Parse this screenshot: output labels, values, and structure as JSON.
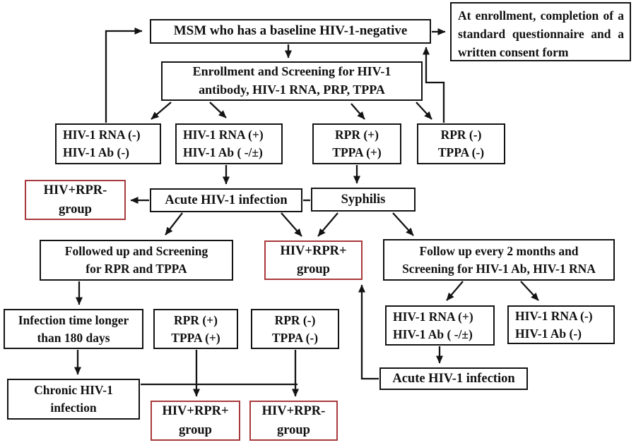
{
  "colors": {
    "background": "#ffffff",
    "line": "#131313",
    "box_border": "#131313",
    "red_box_border": "#a8393c",
    "text": "#111111"
  },
  "nodes": {
    "msm": {
      "label": "MSM who has a baseline HIV-1-negative"
    },
    "note": {
      "label": "At enrollment, completion of a standard questionnaire and a written consent form"
    },
    "screen": {
      "label": "Enrollment and Screening for HIV-1\nantibody, HIV-1 RNA, PRP, TPPA"
    },
    "rna_neg_1": {
      "label": "HIV-1 RNA (-)\nHIV-1 Ab (-)"
    },
    "rna_pos_1": {
      "label": "HIV-1 RNA (+)\nHIV-1 Ab ( -/±)"
    },
    "rpr_pos_1": {
      "label": "RPR (+)\nTPPA (+)"
    },
    "rpr_neg_1": {
      "label": "RPR (-)\nTPPA (-)"
    },
    "grp_neg_top": {
      "label": "HIV+RPR-\ngroup"
    },
    "acute_1": {
      "label": "Acute HIV-1 infection"
    },
    "syphilis": {
      "label": "Syphilis"
    },
    "followed": {
      "label": "Followed up and Screening\nfor RPR and TPPA"
    },
    "grp_pos_mid": {
      "label": "HIV+RPR+\ngroup"
    },
    "follow2": {
      "label": "Follow up every 2 months and\nScreening for HIV-1 Ab, HIV-1 RNA"
    },
    "inf_time": {
      "label": "Infection time longer\nthan 180 days"
    },
    "rpr_pos_2": {
      "label": "RPR (+)\nTPPA (+)"
    },
    "rpr_neg_2": {
      "label": "RPR (-)\nTPPA (-)"
    },
    "rna_pos_2": {
      "label": "HIV-1 RNA (+)\nHIV-1 Ab ( -/±)"
    },
    "rna_neg_2": {
      "label": "HIV-1 RNA (-)\nHIV-1 Ab (-)"
    },
    "chronic": {
      "label": "Chronic HIV-1\ninfection"
    },
    "acute_2": {
      "label": "Acute HIV-1 infection"
    },
    "grp_pos_bot": {
      "label": "HIV+RPR+\ngroup"
    },
    "grp_neg_bot": {
      "label": "HIV+RPR-\ngroup"
    }
  }
}
